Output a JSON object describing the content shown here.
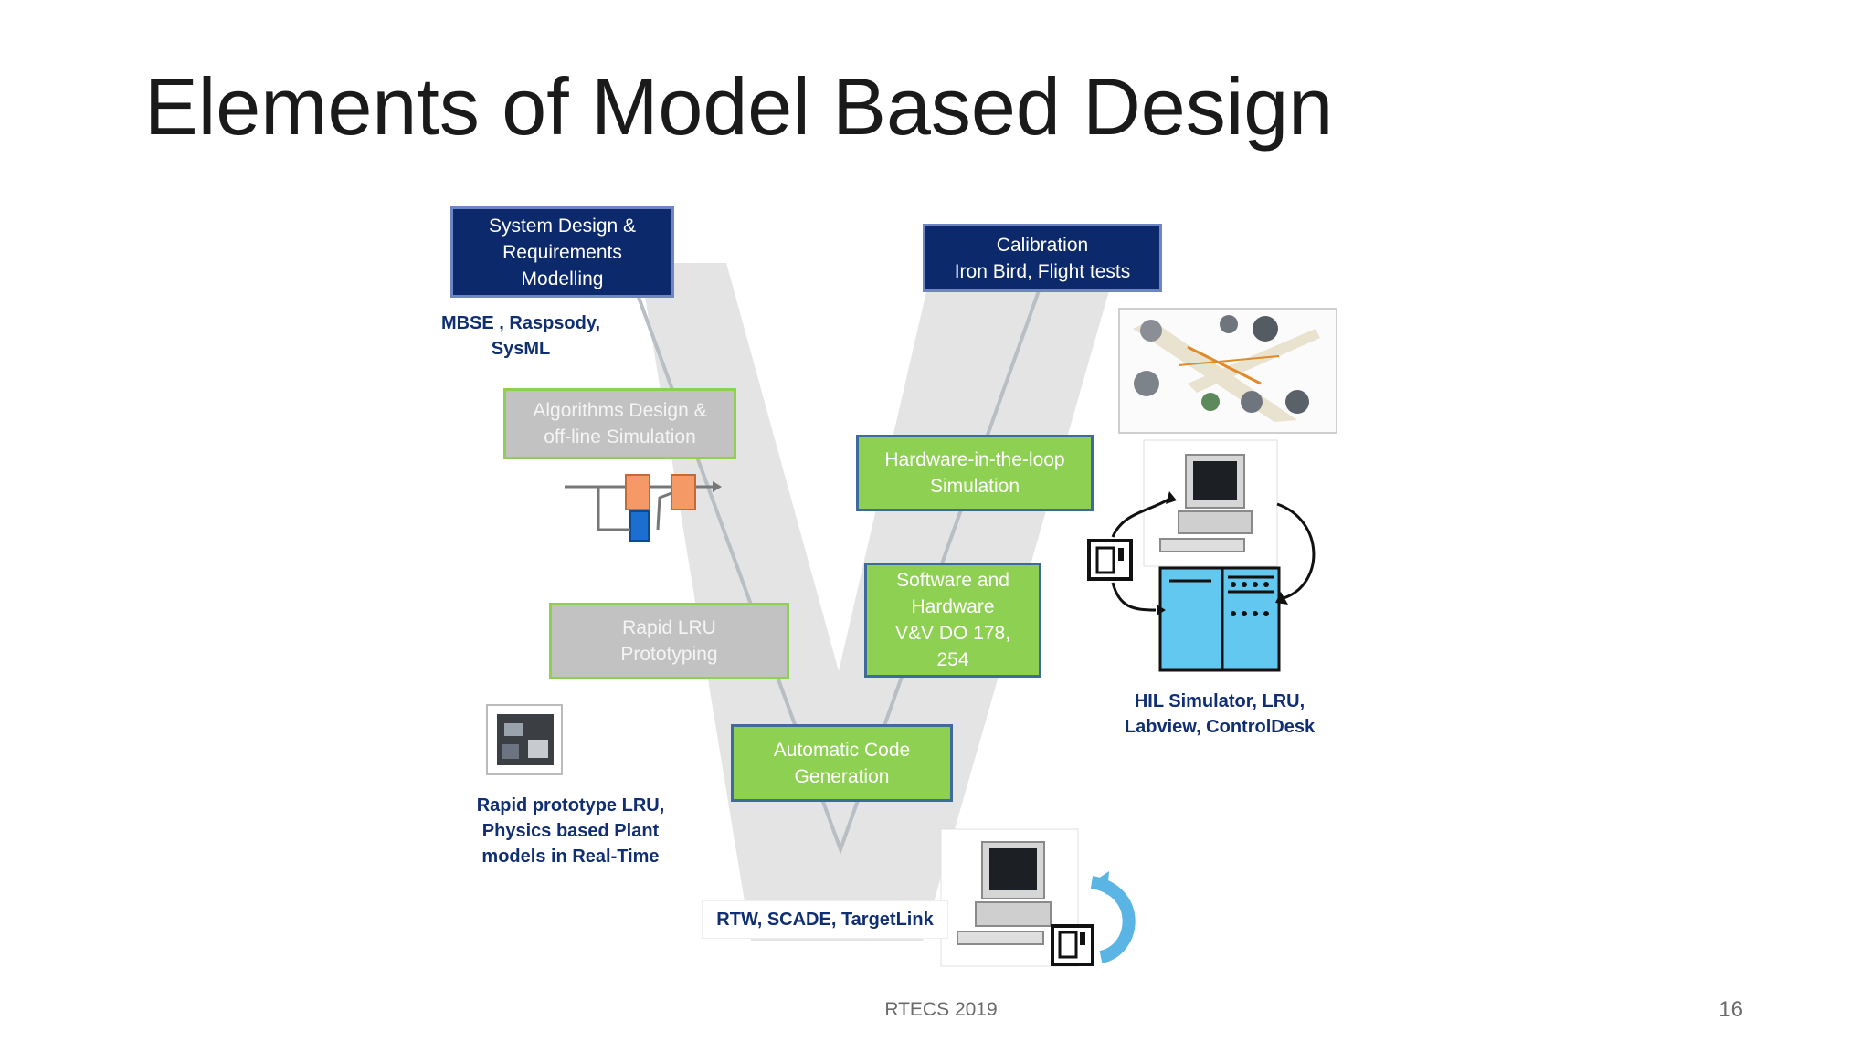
{
  "slide": {
    "title": "Elements of Model Based Design",
    "footer": "RTECS 2019",
    "page_number": "16"
  },
  "diagram": {
    "boxes": {
      "system_design": {
        "lines": [
          "System Design  &",
          "Requirements",
          "Modelling"
        ]
      },
      "algorithms_design": {
        "lines": [
          "Algorithms Design  &",
          "off-line Simulation"
        ]
      },
      "rapid_lru": {
        "lines": [
          "Rapid LRU",
          "Prototyping"
        ]
      },
      "auto_code": {
        "lines": [
          "Automatic Code",
          "Generation"
        ]
      },
      "sw_hw_vv": {
        "lines": [
          "Software and",
          "Hardware",
          "V&V DO 178,",
          "254"
        ]
      },
      "hil_sim": {
        "lines": [
          "Hardware-in-the-loop",
          "Simulation"
        ]
      },
      "calibration": {
        "lines": [
          "Calibration",
          "Iron Bird, Flight tests"
        ]
      }
    },
    "labels": {
      "mbse": {
        "lines": [
          "MBSE , Raspsody,",
          "SysML"
        ]
      },
      "rapid_prototype": {
        "lines": [
          "Rapid prototype LRU,",
          "Physics based  Plant",
          "models in Real-Time"
        ]
      },
      "rtw": {
        "lines": [
          "RTW, SCADE, TargetLink"
        ]
      },
      "hil_tools": {
        "lines": [
          "HIL Simulator, LRU,",
          "Labview, ControlDesk"
        ]
      }
    },
    "colors": {
      "navy": "#0c2a6b",
      "green": "#8ed052",
      "grey": "#c2c2c2",
      "label_blue": "#102f73",
      "rack_blue": "#62c8f0"
    }
  }
}
